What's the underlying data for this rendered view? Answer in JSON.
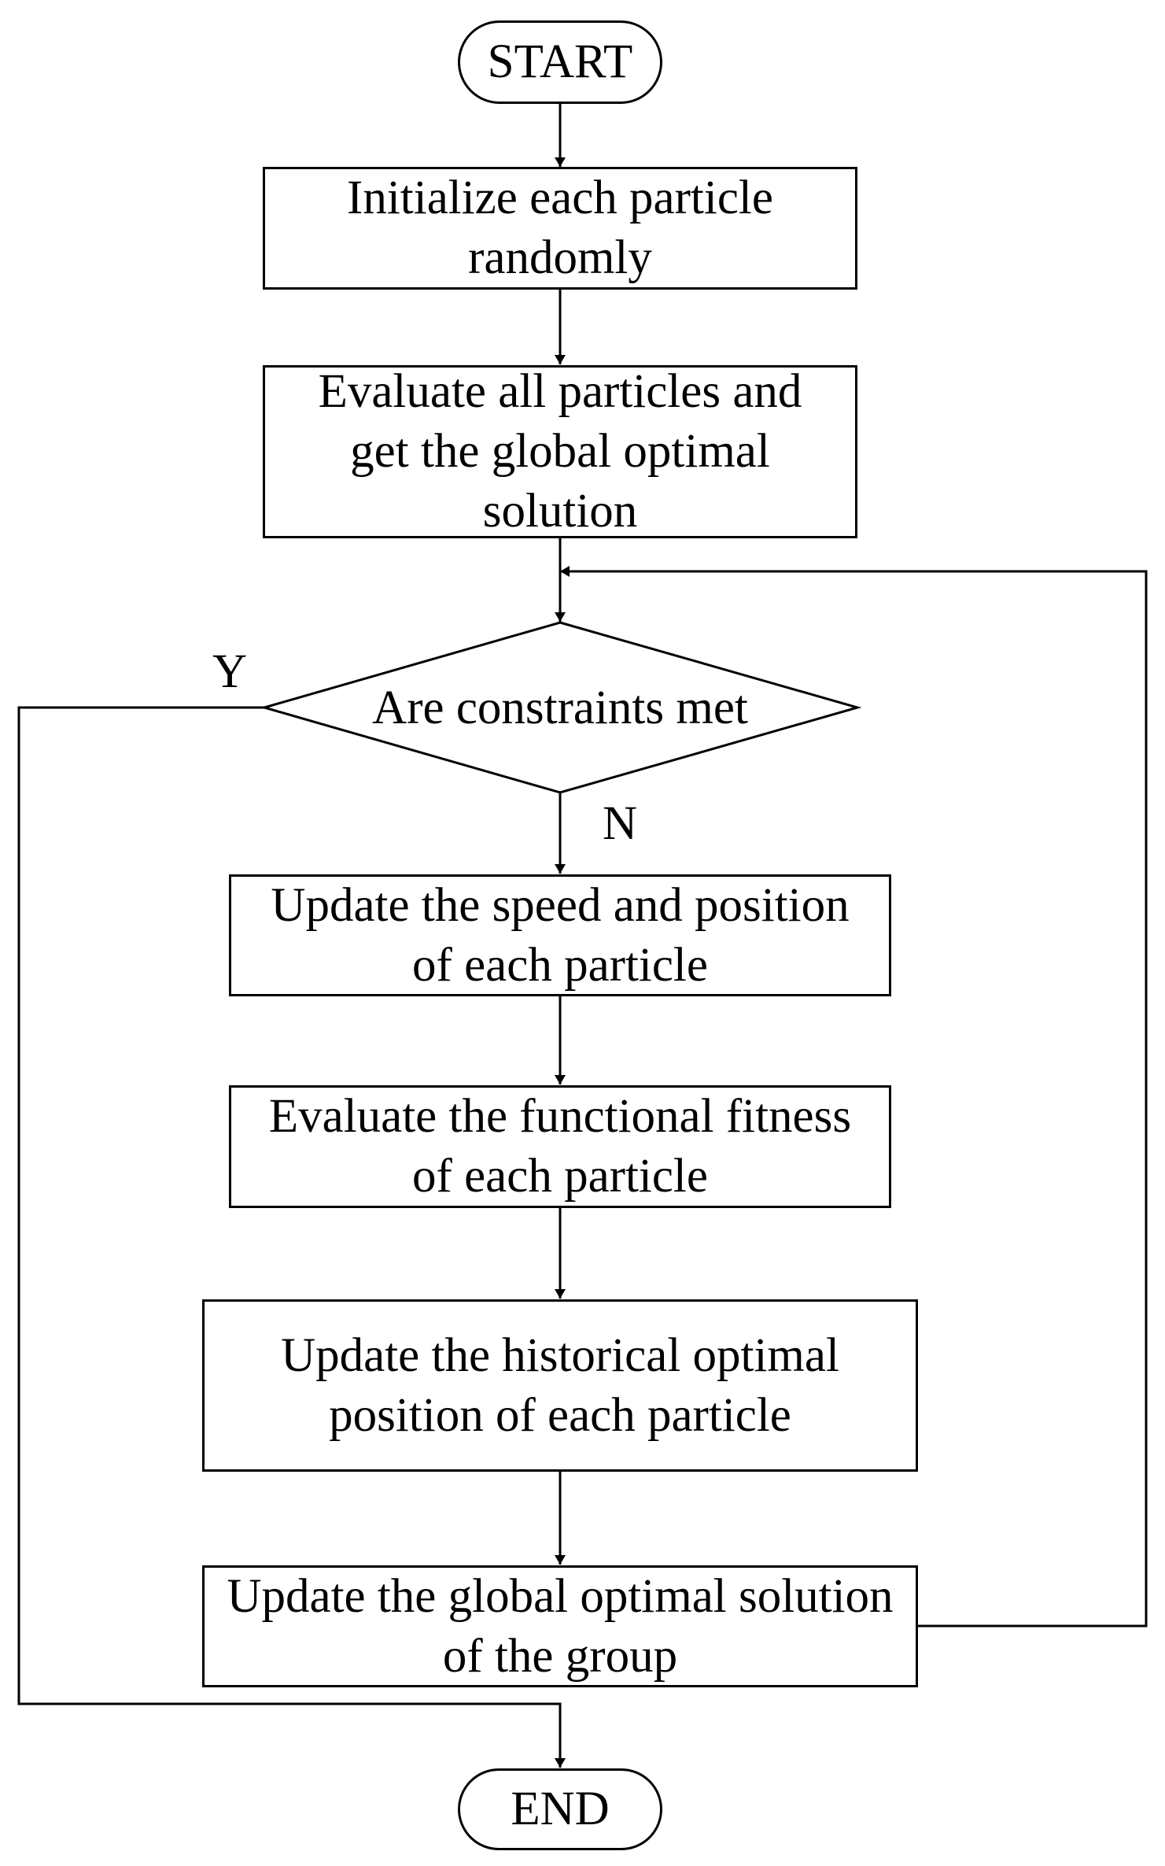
{
  "diagram": {
    "start": "START",
    "end": "END",
    "steps": {
      "init": [
        "Initialize each particle",
        "randomly"
      ],
      "evaluate_all": [
        "Evaluate all particles and",
        "get the global optimal",
        "solution"
      ],
      "update_speed": [
        "Update the speed and position",
        "of each particle"
      ],
      "evaluate_fitness": [
        "Evaluate the functional fitness",
        "of each particle"
      ],
      "update_historical": [
        "Update the historical optimal",
        "position of each particle"
      ],
      "update_global": [
        "Update the global optimal solution",
        "of the group"
      ]
    },
    "decision": "Are constraints met",
    "yes_label": "Y",
    "no_label": "N"
  }
}
